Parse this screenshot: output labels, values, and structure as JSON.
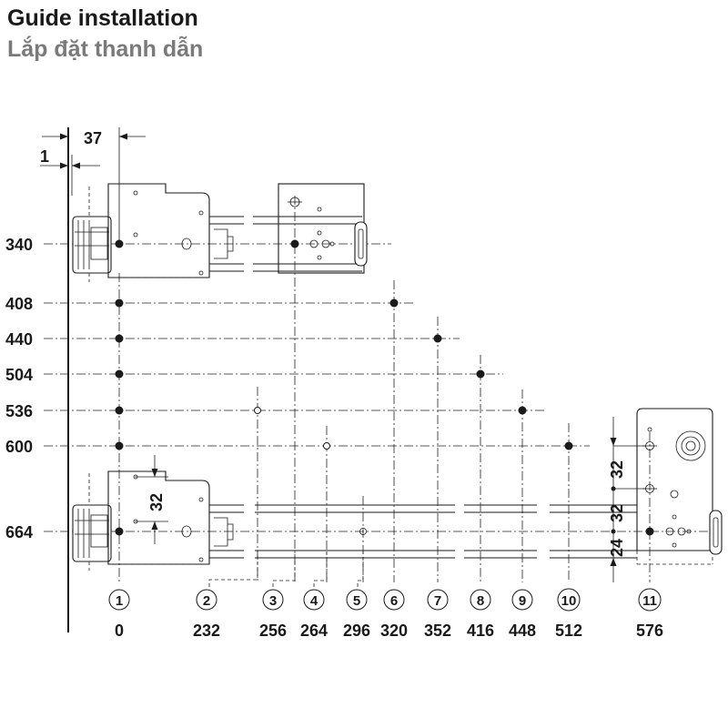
{
  "title": "Guide installation",
  "subtitle": "Lắp đặt thanh dẫn",
  "dimensions": {
    "top_offset": "37",
    "wall_offset": "1",
    "spacing_a": "32",
    "spacing_b": "32",
    "spacing_c": "32",
    "spacing_d": "24"
  },
  "rows": [
    {
      "label": "340"
    },
    {
      "label": "408"
    },
    {
      "label": "440"
    },
    {
      "label": "504"
    },
    {
      "label": "536"
    },
    {
      "label": "600"
    },
    {
      "label": "664"
    }
  ],
  "columns": [
    {
      "number": "1",
      "position": "0"
    },
    {
      "number": "2",
      "position": "232"
    },
    {
      "number": "3",
      "position": "256"
    },
    {
      "number": "4",
      "position": "264"
    },
    {
      "number": "5",
      "position": "296"
    },
    {
      "number": "6",
      "position": "320"
    },
    {
      "number": "7",
      "position": "352"
    },
    {
      "number": "8",
      "position": "416"
    },
    {
      "number": "9",
      "position": "448"
    },
    {
      "number": "10",
      "position": "512"
    },
    {
      "number": "11",
      "position": "576"
    }
  ],
  "colors": {
    "ink": "#1a1a1a",
    "subtitle": "#7a7a7a",
    "background": "#ffffff"
  }
}
